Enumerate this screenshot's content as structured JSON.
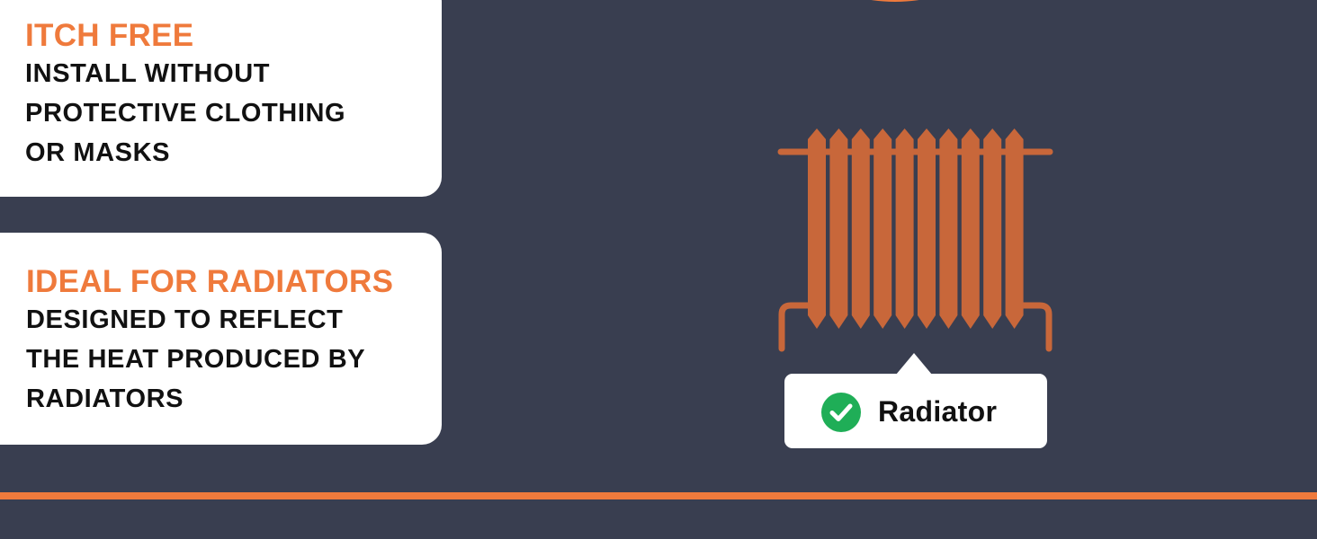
{
  "cards": [
    {
      "title": "ITCH FREE",
      "lines": [
        "INSTALL WITHOUT",
        "PROTECTIVE CLOTHING",
        "OR MASKS"
      ]
    },
    {
      "title": "IDEAL FOR RADIATORS",
      "lines": [
        "DESIGNED TO REFLECT",
        "THE HEAT PRODUCED BY",
        "RADIATORS"
      ]
    }
  ],
  "illustration": {
    "icon": "radiator-icon",
    "tag_label": "Radiator",
    "tag_icon": "check-circle-icon"
  },
  "colors": {
    "background": "#393e50",
    "accent": "#ef7a3c",
    "radiator": "#c8673a",
    "check": "#1fae57",
    "card": "#ffffff",
    "text": "#111111"
  }
}
